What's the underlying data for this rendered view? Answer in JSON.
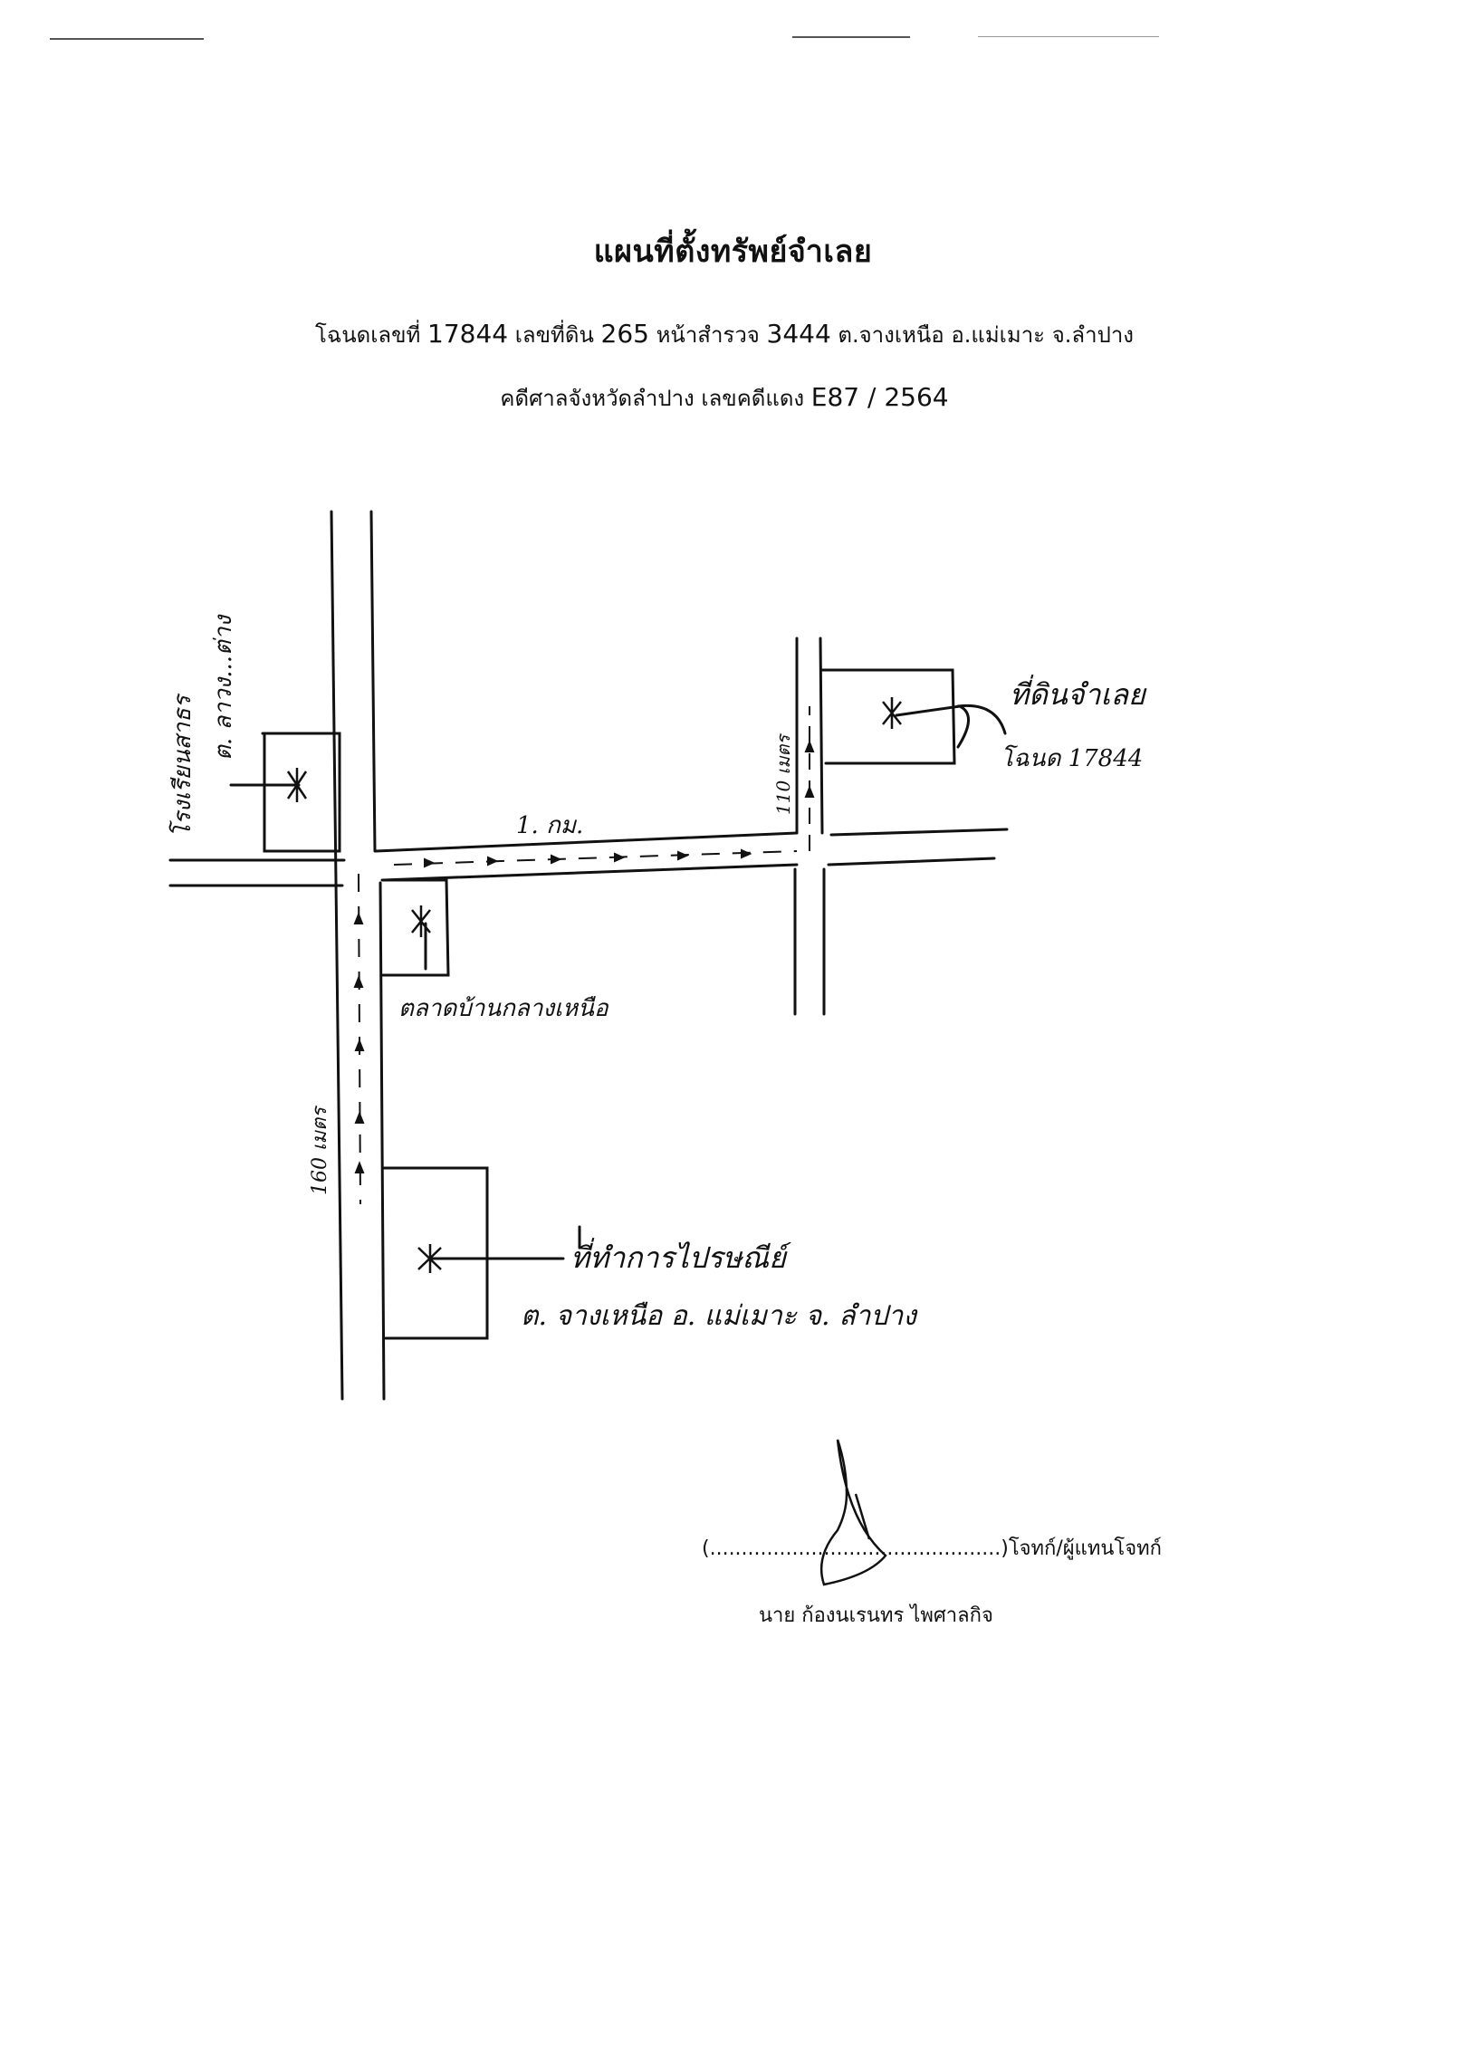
{
  "header": {
    "title": "แผนที่ตั้งทรัพย์จำเลย",
    "deed_label": "โฉนดเลขที่",
    "deed_number": "17844",
    "land_label": "เลขที่ดิน",
    "land_number": "265",
    "survey_label": "หน้าสำรวจ",
    "survey_number": "3444",
    "location": "ต.จางเหนือ  อ.แม่เมาะ จ.ลำปาง",
    "court": "คดีศาลจังหวัดลำปาง  เลขคดีแดง",
    "case_number": "E87 / 2564"
  },
  "map": {
    "road_label_main": "1. กม.",
    "road_label_left": "160 เมตร",
    "road_label_right": "110 เมตร",
    "label_top_left_1": "โรงเรียนสาธร",
    "label_top_left_2": "ต. ลาวง...ต่าง",
    "label_market": "ตลาดบ้านกลางเหนือ",
    "label_right_1": "ที่ดินจำเลย",
    "label_right_2": "โฉนด 17844",
    "label_bottom_1": "ที่ทำการไปรษณีย์",
    "label_bottom_2": "ต. จางเหนือ  อ. แม่เมาะ  จ. ลำปาง"
  },
  "signature": {
    "line": "(..............................................)โจทก์/ผู้แทนโจทก์",
    "name": "นาย  ก้องนเรนทร ไพศาลกิจ"
  }
}
